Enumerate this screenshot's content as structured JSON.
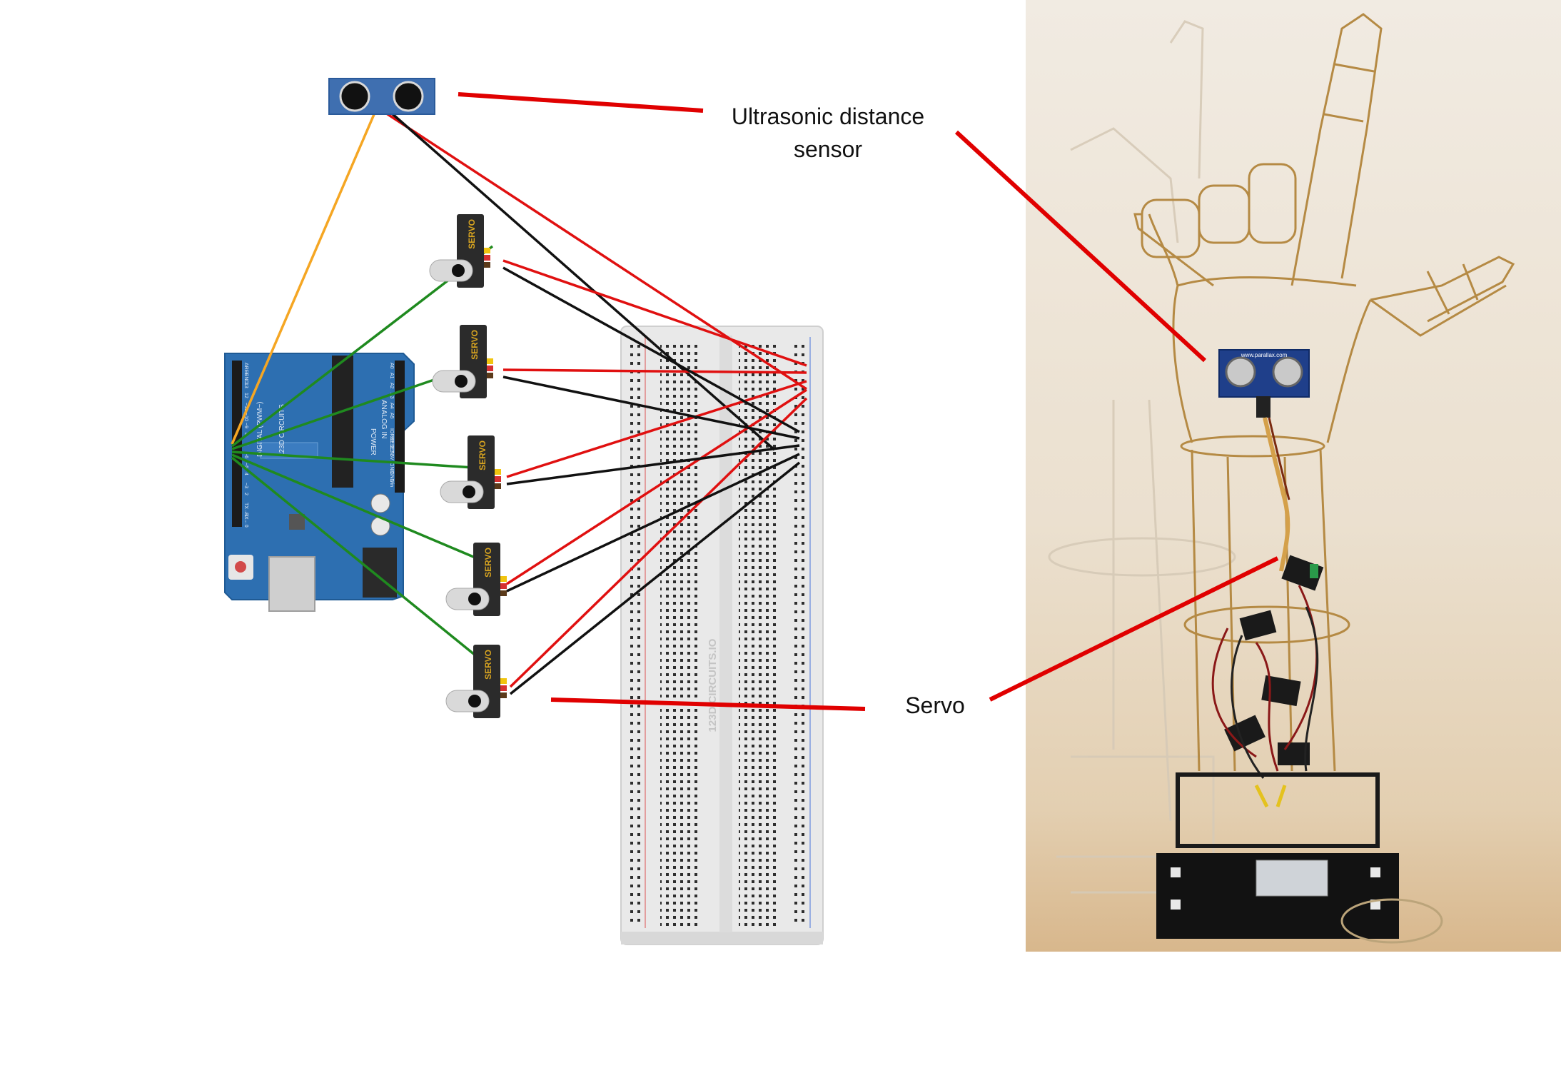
{
  "labels": {
    "sensor_line1": "Ultrasonic distance",
    "sensor_line2": "sensor",
    "servo": "Servo"
  },
  "servo_body_text": "SERVO",
  "breadboard_watermark": "123D CIRCUITS.IO",
  "arduino_board": {
    "brand_text": "123D CIRCUITS",
    "digital_text": "DIGITAL (PWM~)",
    "analog_text": "ANALOG IN",
    "power_text": "POWER",
    "left_pins": [
      "AREF",
      "GND",
      "13",
      "12",
      "~11",
      "~10",
      "~9",
      "8",
      "7",
      "~6",
      "~5",
      "4",
      "~3",
      "2",
      "TX→1",
      "RX←0"
    ],
    "right_pins": [
      "A0",
      "A1",
      "A2",
      "A3",
      "A4",
      "A5"
    ],
    "power_pins": [
      "IOREF",
      "RESET",
      "3.3V",
      "5V",
      "GND",
      "GND",
      "Vin"
    ]
  },
  "sensor_photo_text": "www.parallax.com",
  "colors": {
    "callout_red": "#e00000",
    "wire_red": "#e01010",
    "wire_black": "#111111",
    "wire_green": "#1f8a1f",
    "wire_orange": "#f5a623",
    "arduino_blue": "#2d6fb1",
    "sensor_blue": "#3f6fb0",
    "servo_body": "#2b2b2b",
    "servo_stripe": "#d9a520",
    "breadboard": "#e9e9e9",
    "photo_bg": "#ece3d4",
    "wire_frame": "#b58a44"
  }
}
